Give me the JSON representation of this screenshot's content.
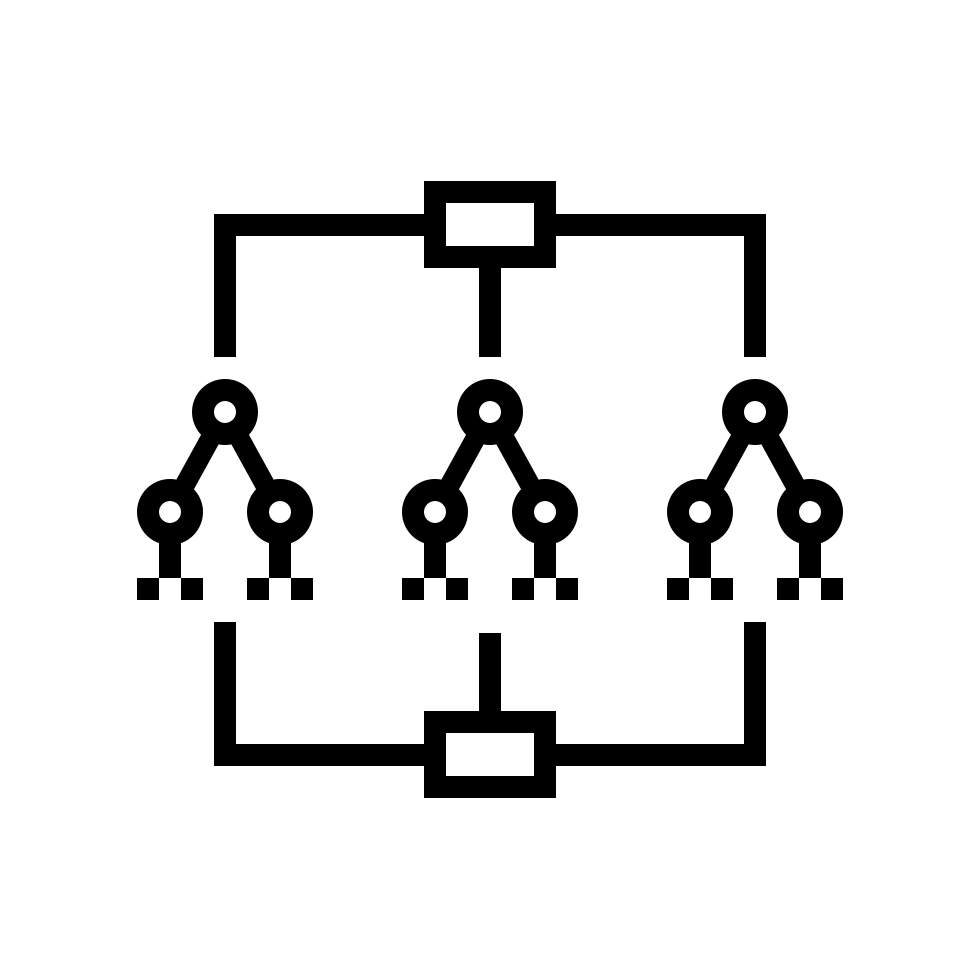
{
  "icon": {
    "name": "random-forest-icon",
    "stroke_color": "#000000",
    "background_color": "#ffffff"
  },
  "top_box": {
    "name": "input-box-top"
  },
  "bottom_box": {
    "name": "output-box-bottom"
  },
  "trees": [
    {
      "name": "decision-tree-left"
    },
    {
      "name": "decision-tree-center"
    },
    {
      "name": "decision-tree-right"
    }
  ]
}
